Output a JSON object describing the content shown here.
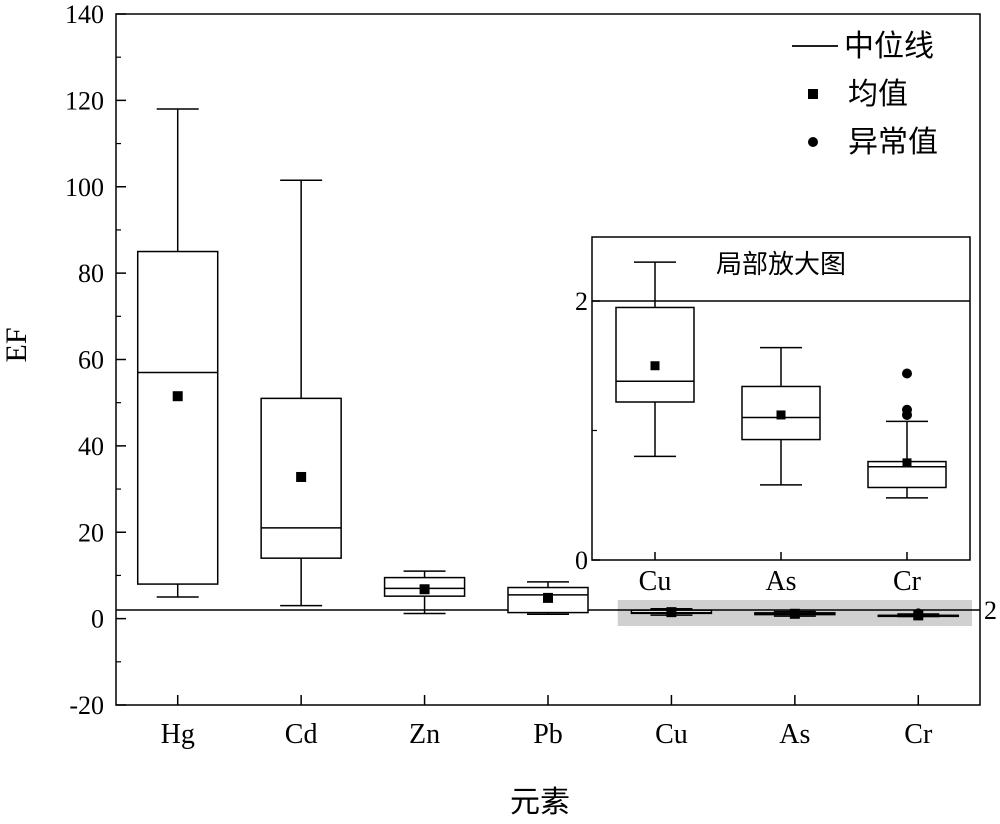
{
  "chart_data": {
    "type": "box",
    "xlabel": "元素",
    "ylabel": "EF",
    "ylim": [
      -20,
      140
    ],
    "yticks": [
      -20,
      0,
      20,
      40,
      60,
      80,
      100,
      120,
      140
    ],
    "reference_line": {
      "value": 2,
      "label": "2"
    },
    "categories": [
      "Hg",
      "Cd",
      "Zn",
      "Pb",
      "Cu",
      "As",
      "Cr"
    ],
    "boxes": [
      {
        "category": "Hg",
        "whisker_low": 5,
        "q1": 8,
        "median": 57,
        "q3": 85,
        "whisker_high": 118,
        "mean": 51.5,
        "outliers": []
      },
      {
        "category": "Cd",
        "whisker_low": 3,
        "q1": 14,
        "median": 21,
        "q3": 51,
        "whisker_high": 101.5,
        "mean": 32.8,
        "outliers": []
      },
      {
        "category": "Zn",
        "whisker_low": 1.2,
        "q1": 5.2,
        "median": 7,
        "q3": 9.5,
        "whisker_high": 11,
        "mean": 6.8,
        "outliers": []
      },
      {
        "category": "Pb",
        "whisker_low": 1.0,
        "q1": 1.4,
        "median": 5.5,
        "q3": 7.2,
        "whisker_high": 8.5,
        "mean": 4.8,
        "outliers": []
      },
      {
        "category": "Cu",
        "whisker_low": 0.8,
        "q1": 1.22,
        "median": 1.38,
        "q3": 1.95,
        "whisker_high": 2.3,
        "mean": 1.5,
        "outliers": []
      },
      {
        "category": "As",
        "whisker_low": 0.58,
        "q1": 0.93,
        "median": 1.1,
        "q3": 1.34,
        "whisker_high": 1.64,
        "mean": 1.12,
        "outliers": []
      },
      {
        "category": "Cr",
        "whisker_low": 0.48,
        "q1": 0.56,
        "median": 0.72,
        "q3": 0.76,
        "whisker_high": 1.07,
        "mean": 0.75,
        "outliers": [
          1.12,
          1.16,
          1.44
        ]
      }
    ],
    "legend": {
      "position": "top-right",
      "entries": [
        {
          "symbol": "line",
          "label": "中位线"
        },
        {
          "symbol": "square",
          "label": "均值"
        },
        {
          "symbol": "circle",
          "label": "异常值"
        }
      ]
    },
    "inset": {
      "title": "局部放大图",
      "categories": [
        "Cu",
        "As",
        "Cr"
      ],
      "ylim": [
        0,
        2.4
      ],
      "yticks": [
        0,
        2
      ],
      "reference_line": 2,
      "highlight": "grey band on main chart marking the Cu, As, Cr region"
    }
  },
  "colors": {
    "axis": "#000000",
    "highlight_band": "#d0d0d0",
    "box_fill": "#ffffff"
  }
}
